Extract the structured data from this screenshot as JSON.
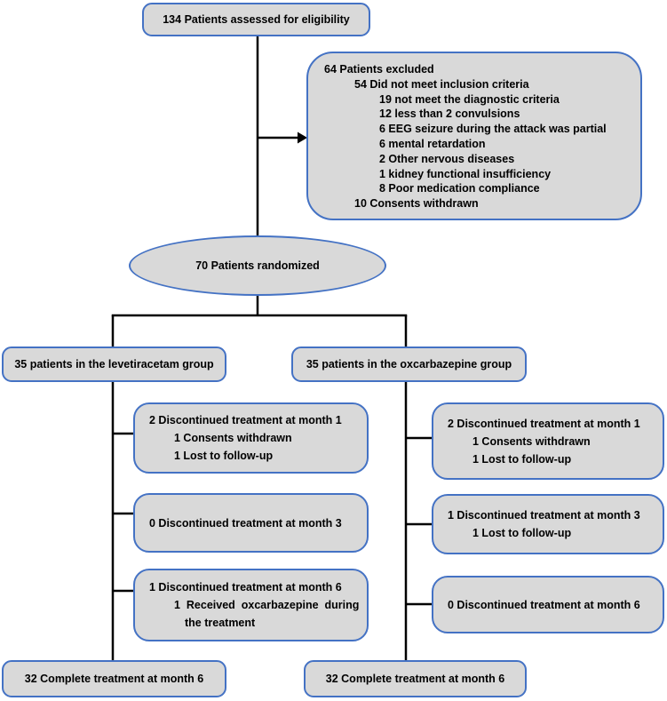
{
  "colors": {
    "box_fill": "#d9d9d9",
    "box_border": "#4472c4",
    "connector": "#000000",
    "text": "#000000"
  },
  "nodes": {
    "assessed": {
      "label": "134 Patients assessed for eligibility"
    },
    "excluded": {
      "lines": [
        {
          "text": "64 Patients excluded",
          "level": 0
        },
        {
          "text": "54 Did not meet inclusion criteria",
          "level": 1
        },
        {
          "text": "19 not meet the diagnostic criteria",
          "level": 2
        },
        {
          "text": "12 less than 2 convulsions",
          "level": 2
        },
        {
          "text": "6 EEG seizure during the attack was partial",
          "level": 2
        },
        {
          "text": "6 mental retardation",
          "level": 2
        },
        {
          "text": "2 Other nervous diseases",
          "level": 2
        },
        {
          "text": "1 kidney functional insufficiency",
          "level": 2
        },
        {
          "text": "8 Poor medication compliance",
          "level": 2
        },
        {
          "text": "10 Consents withdrawn",
          "level": 1
        }
      ]
    },
    "randomized": {
      "label": "70 Patients randomized"
    },
    "group_left": {
      "label": "35 patients in the levetiracetam group"
    },
    "group_right": {
      "label": "35 patients in the oxcarbazepine group"
    },
    "left_month1": {
      "lines": [
        {
          "text": "2 Discontinued treatment at month 1",
          "level": 0
        },
        {
          "text": "1 Consents withdrawn",
          "level": 1
        },
        {
          "text": "1 Lost to follow-up",
          "level": 1
        }
      ]
    },
    "left_month3": {
      "lines": [
        {
          "text": "0 Discontinued treatment at month 3",
          "level": 0
        }
      ]
    },
    "left_month6": {
      "lines": [
        {
          "text": "1 Discontinued treatment at month 6",
          "level": 0
        },
        {
          "text": "1  Received  oxcarbazepine  during",
          "level": 1
        },
        {
          "text": "the treatment",
          "level": 2
        }
      ]
    },
    "right_month1": {
      "lines": [
        {
          "text": "2 Discontinued treatment at month 1",
          "level": 0
        },
        {
          "text": "1 Consents withdrawn",
          "level": 1
        },
        {
          "text": "1 Lost to follow-up",
          "level": 1
        }
      ]
    },
    "right_month3": {
      "lines": [
        {
          "text": "1 Discontinued treatment at month 3",
          "level": 0
        },
        {
          "text": "1 Lost to follow-up",
          "level": 1
        }
      ]
    },
    "right_month6": {
      "lines": [
        {
          "text": "0 Discontinued treatment at month 6",
          "level": 0
        }
      ]
    },
    "complete_left": {
      "label": "32 Complete treatment at month 6"
    },
    "complete_right": {
      "label": "32 Complete treatment at month 6"
    }
  }
}
